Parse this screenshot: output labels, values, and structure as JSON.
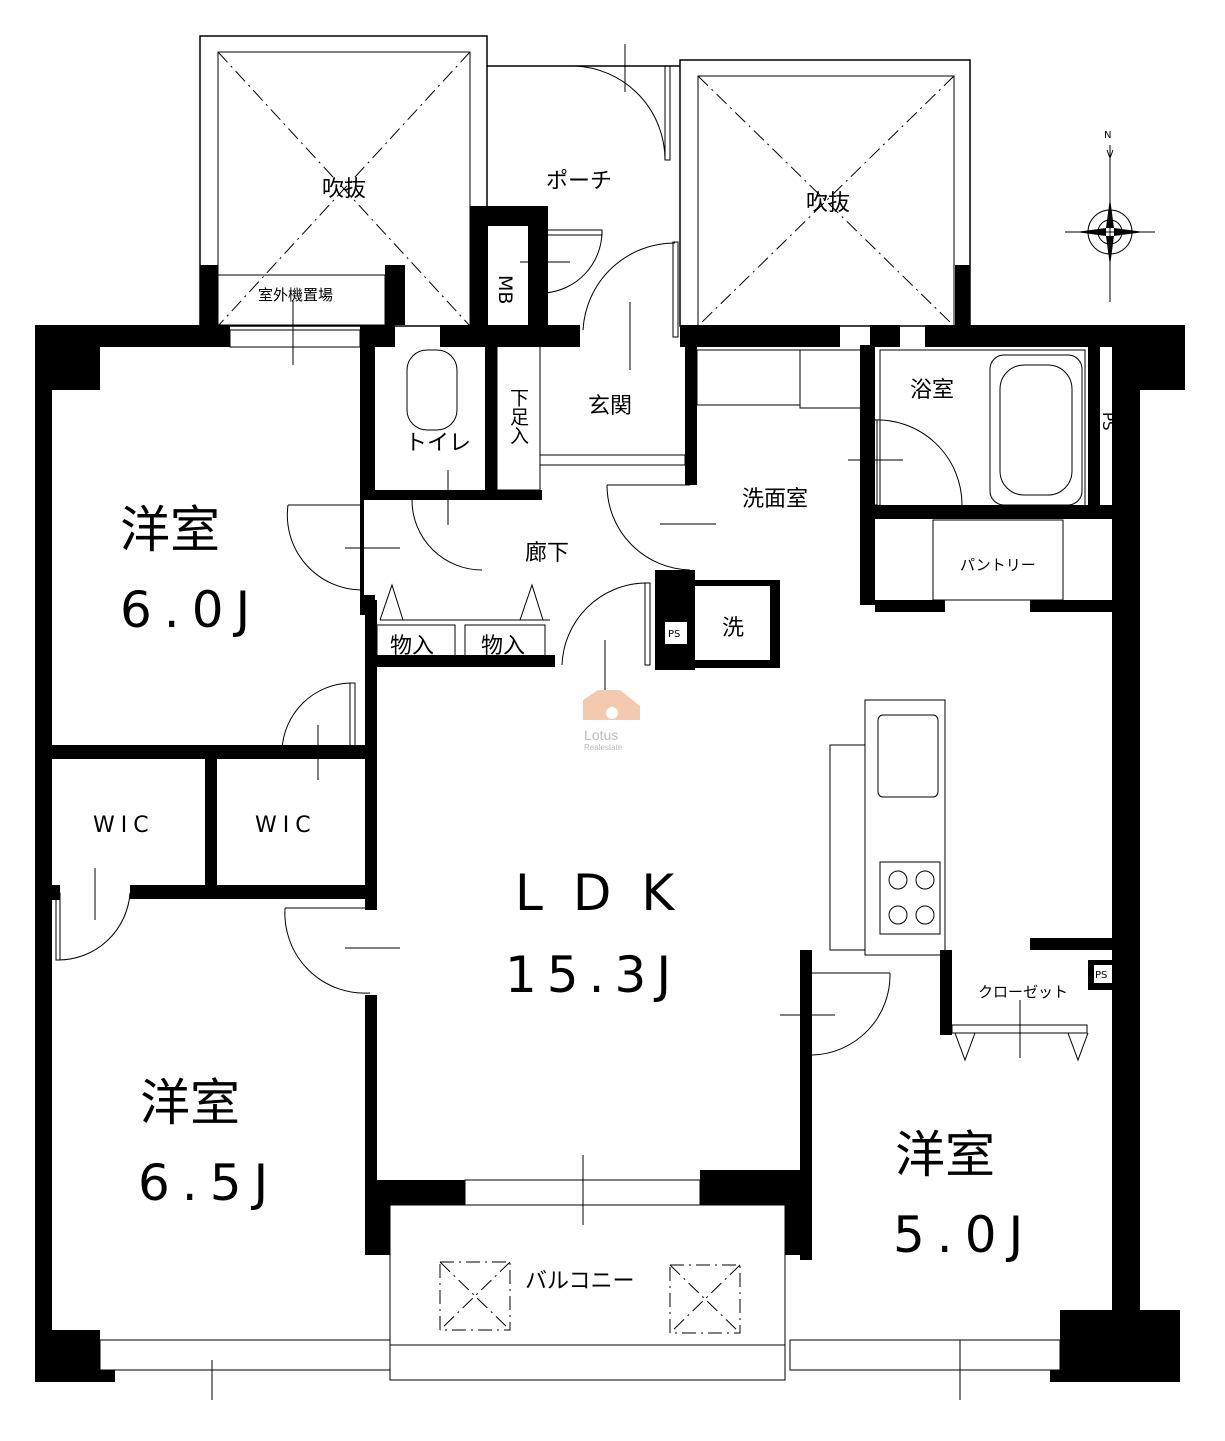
{
  "floorplan": {
    "rooms": {
      "fukinuke_left": "吹抜",
      "fukinuke_right": "吹抜",
      "porch": "ポーチ",
      "outdoor_unit": "室外機置場",
      "mb": "MB",
      "toilet": "トイレ",
      "shoe_storage": "下足入",
      "entrance": "玄関",
      "bathroom": "浴室",
      "ps_top": "PS",
      "washroom": "洗面室",
      "hallway": "廊下",
      "pantry": "パントリー",
      "storage1": "物入",
      "storage2": "物入",
      "ps_mid": "PS",
      "washer": "洗",
      "western1_name": "洋室",
      "western1_size": "6.0J",
      "wic1": "WIC",
      "wic2": "WIC",
      "ldk_name": "LDK",
      "ldk_size": "15.3J",
      "closet": "クローゼット",
      "ps_right": "PS",
      "western2_name": "洋室",
      "western2_size": "6.5J",
      "western3_name": "洋室",
      "western3_size": "5.0J",
      "balcony": "バルコニー"
    },
    "compass": {
      "north_label": "N"
    },
    "watermark": {
      "brand": "Lotus",
      "sub": "Realestate"
    }
  }
}
